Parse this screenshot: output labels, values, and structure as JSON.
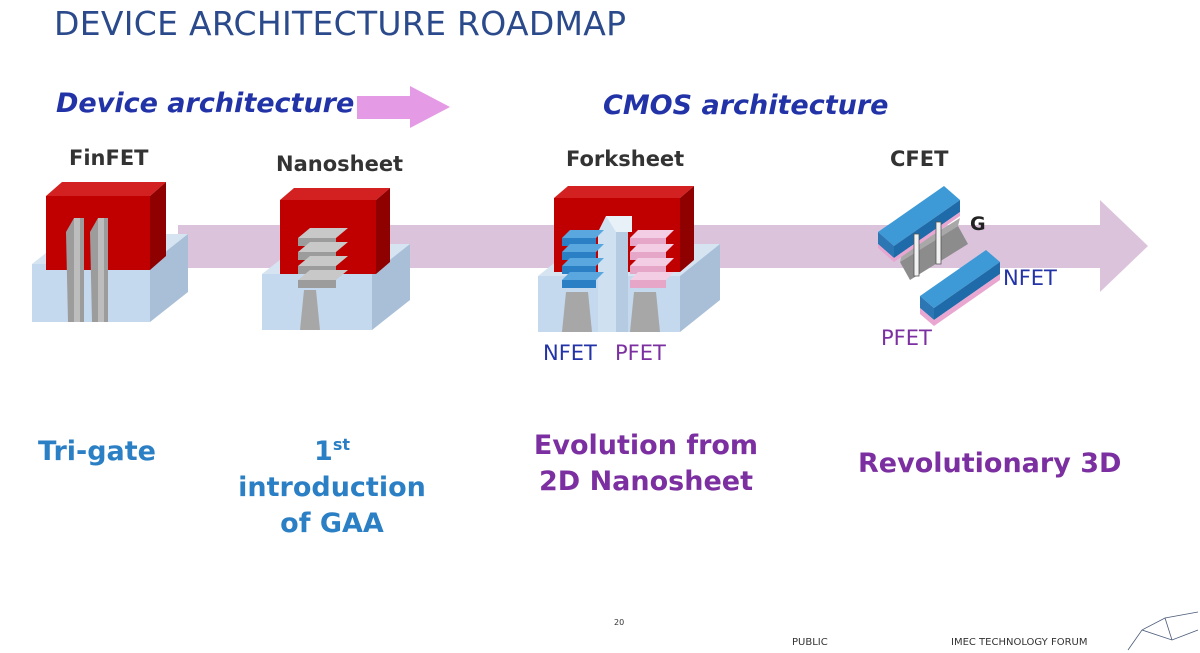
{
  "slide": {
    "title": "DEVICE ARCHITECTURE ROADMAP",
    "device_arch_label": "Device architecture",
    "cmos_arch_label": "CMOS architecture",
    "devices": [
      {
        "name": "FinFET",
        "caption_lines": [
          "Tri-gate"
        ]
      },
      {
        "name": "Nanosheet",
        "caption_lines": [
          "1st introduction",
          "of GAA"
        ]
      },
      {
        "name": "Forksheet",
        "caption_lines": [
          "Evolution from",
          "2D Nanosheet"
        ]
      },
      {
        "name": "CFET",
        "caption_lines": [
          "Revolutionary 3D"
        ]
      }
    ],
    "nanosheet_caption_prefix": "1",
    "nanosheet_caption_sup": "st",
    "nanosheet_caption_rest": " introduction",
    "forksheet_labels": {
      "nfet": "NFET",
      "pfet": "PFET"
    },
    "cfet_labels": {
      "gate": "G",
      "nfet": "NFET",
      "pfet": "PFET"
    },
    "footer": {
      "page_number": "20",
      "classification": "PUBLIC",
      "event": "IMEC TECHNOLOGY FORUM"
    },
    "colors": {
      "title": "#2b4a8c",
      "arch_label": "#2233a8",
      "caption_blue": "#2b7fc4",
      "caption_purple": "#7b2fa0",
      "nfet_blue": "#2233a8",
      "pfet_purple": "#7b2fa0",
      "roadmap_arrow": "#dcc3dc",
      "small_arrow": "#e49ae4",
      "gate_red": "#c00000"
    }
  }
}
